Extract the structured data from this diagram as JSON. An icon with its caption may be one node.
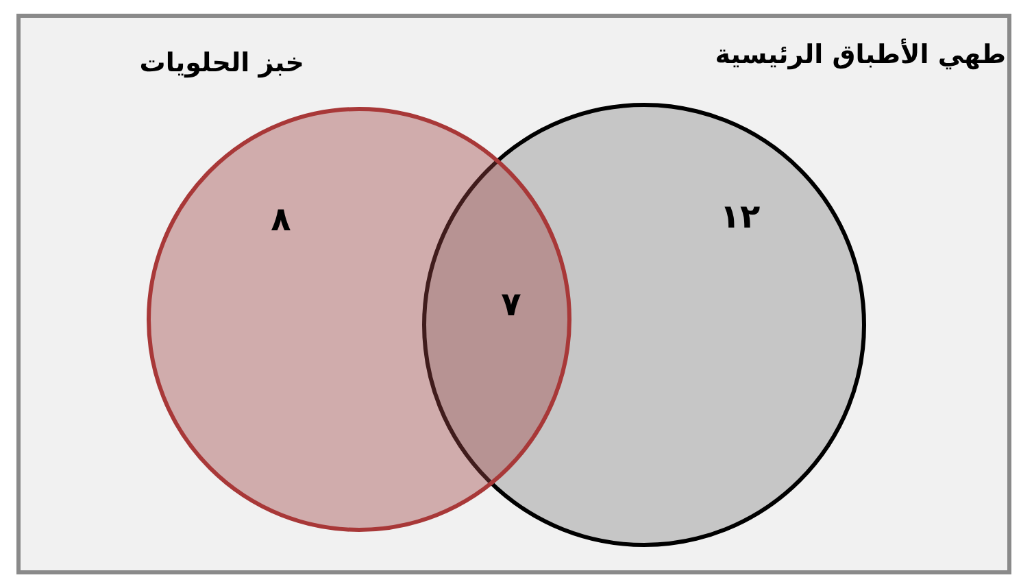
{
  "diagram": {
    "nodes": [
      {
        "text": [
          "خبز الحلويات",
          "٨"
        ]
      },
      {
        "text": [
          "طهي الأطباق الرئيسية",
          "١٢"
        ]
      }
    ],
    "labels": [
      "٧"
    ]
  }
}
